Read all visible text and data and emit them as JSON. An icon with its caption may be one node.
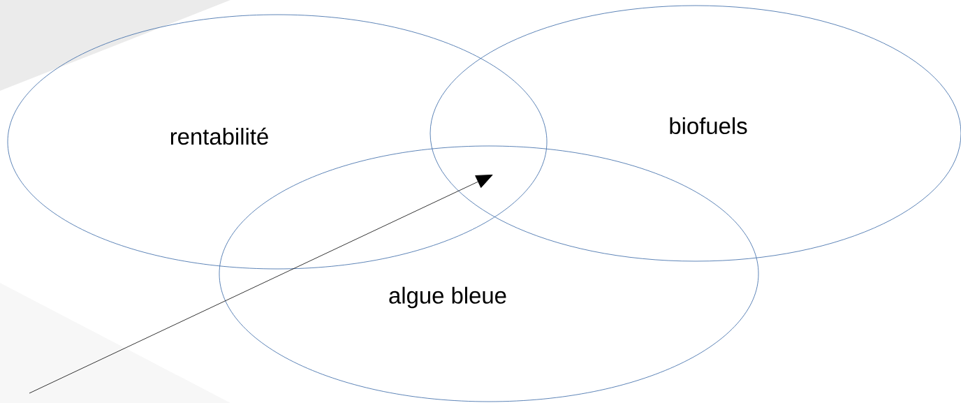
{
  "diagram": {
    "nodes": [
      {
        "text": [
          "rentabilité"
        ]
      },
      {
        "text": [
          "biofuels"
        ]
      },
      {
        "text": [
          "algue bleue"
        ]
      }
    ]
  }
}
